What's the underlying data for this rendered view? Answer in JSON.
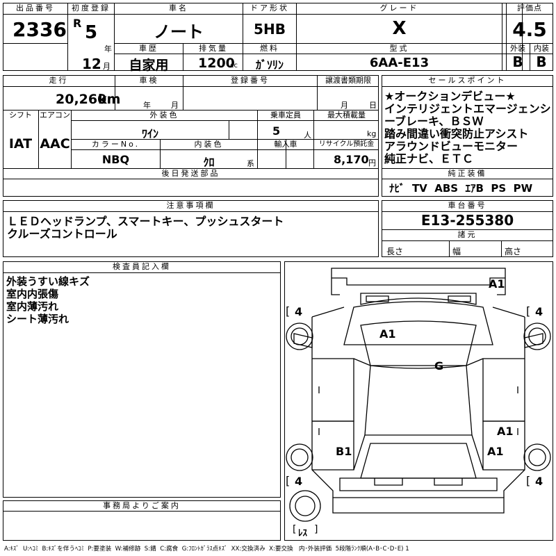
{
  "header": {
    "lot_label": "出品番号",
    "lot_no": "2336",
    "first_reg_label": "初度登録",
    "era": "R",
    "year": "5",
    "year_unit": "年",
    "month": "12",
    "month_unit": "月",
    "car_name_label": "車名",
    "car_name": "ノート",
    "door_label": "ドア形状",
    "door": "5HB",
    "grade_label": "グレード",
    "grade": "X",
    "score_label": "評価点",
    "score": "4.5",
    "ext_label": "外装",
    "ext_grade": "B",
    "int_label": "内装",
    "int_grade": "B",
    "history_label": "車歴",
    "history": "自家用",
    "displacement_label": "排気量",
    "displacement": "1200",
    "cc": "cc",
    "fuel_label": "燃料",
    "fuel": "ｶﾞｿﾘﾝ",
    "model_label": "型式",
    "model": "6AA-E13"
  },
  "row2": {
    "mileage_label": "走行",
    "mileage": "20,260",
    "km": "km",
    "inspection_label": "車検",
    "insp_year": "年",
    "insp_month": "月",
    "reg_label": "登録番号",
    "transfer_label": "譲渡書類期限",
    "tr_month": "月",
    "tr_day": "日",
    "shift_label": "シフト",
    "shift": "IAT",
    "ac_label": "エアコン",
    "ac": "AAC",
    "color_label": "外装色",
    "color": "ﾜｲﾝ",
    "seats_label": "乗車定員",
    "seats": "5",
    "seats_unit": "人",
    "load_label": "最大積載量",
    "load_unit": "kg",
    "color_no_label": "カラーNo.",
    "color_no": "NBQ",
    "interior_label": "内装色",
    "interior": "ｸﾛ",
    "interior_unit": "系",
    "import_label": "輸入車",
    "recycle_label": "リサイクル預託金",
    "recycle": "8,170",
    "yen": "円",
    "later_label": "後日発送部品"
  },
  "sales": {
    "label": "セールスポイント",
    "lines": [
      "★オークションデビュー★",
      "インテリジェントエマージェンシ",
      "ーブレーキ、ＢＳＷ",
      "踏み間違い衝突防止アシスト",
      "アラウンドビューモニター",
      "純正ナビ、ＥＴＣ"
    ],
    "equip_label": "純正装備",
    "equip": "ﾅﾋﾞ  TV  ABS  ｴｱB  PS  PW"
  },
  "caution": {
    "label": "注意事項欄",
    "text": "ＬＥＤヘッドランプ、スマートキー、プッシュスタート\nクルーズコントロール"
  },
  "chassis": {
    "label": "車台番号",
    "number": "E13-255380",
    "dims_label": "諸元",
    "length": "長さ",
    "width": "幅",
    "height": "高さ"
  },
  "inspector": {
    "label": "検査員記入欄",
    "text": "外装うすい線キズ\n室内内張傷\n室内薄汚れ\nシート薄汚れ"
  },
  "diagram": {
    "marks": {
      "front": "A1",
      "hood": "A1",
      "glass": "G",
      "right_rear_door": "A1",
      "left_rear_fender": "B1",
      "right_rear_fender": "A1"
    },
    "tires": {
      "fl": "4",
      "fr": "4",
      "rl": "4",
      "rr": "4"
    },
    "bracket_l": "[",
    "bracket_r": "]",
    "spare": "ﾚｽ"
  },
  "office": {
    "label": "事務局よりご案内"
  },
  "legend": "A:ｷｽﾞ  U:ﾍｺﾐ  B:ｷｽﾞを伴うﾍｺﾐ  P:要塗装  W:補修跡  S:錆  C:腐食  G:ﾌﾛﾝﾄｶﾞﾗｽ点ｷｽﾞ  XX:交換済み  X:要交換   内･外装評価  5段階ﾗﾝｸ順(A･B･C･D･E) 1"
}
